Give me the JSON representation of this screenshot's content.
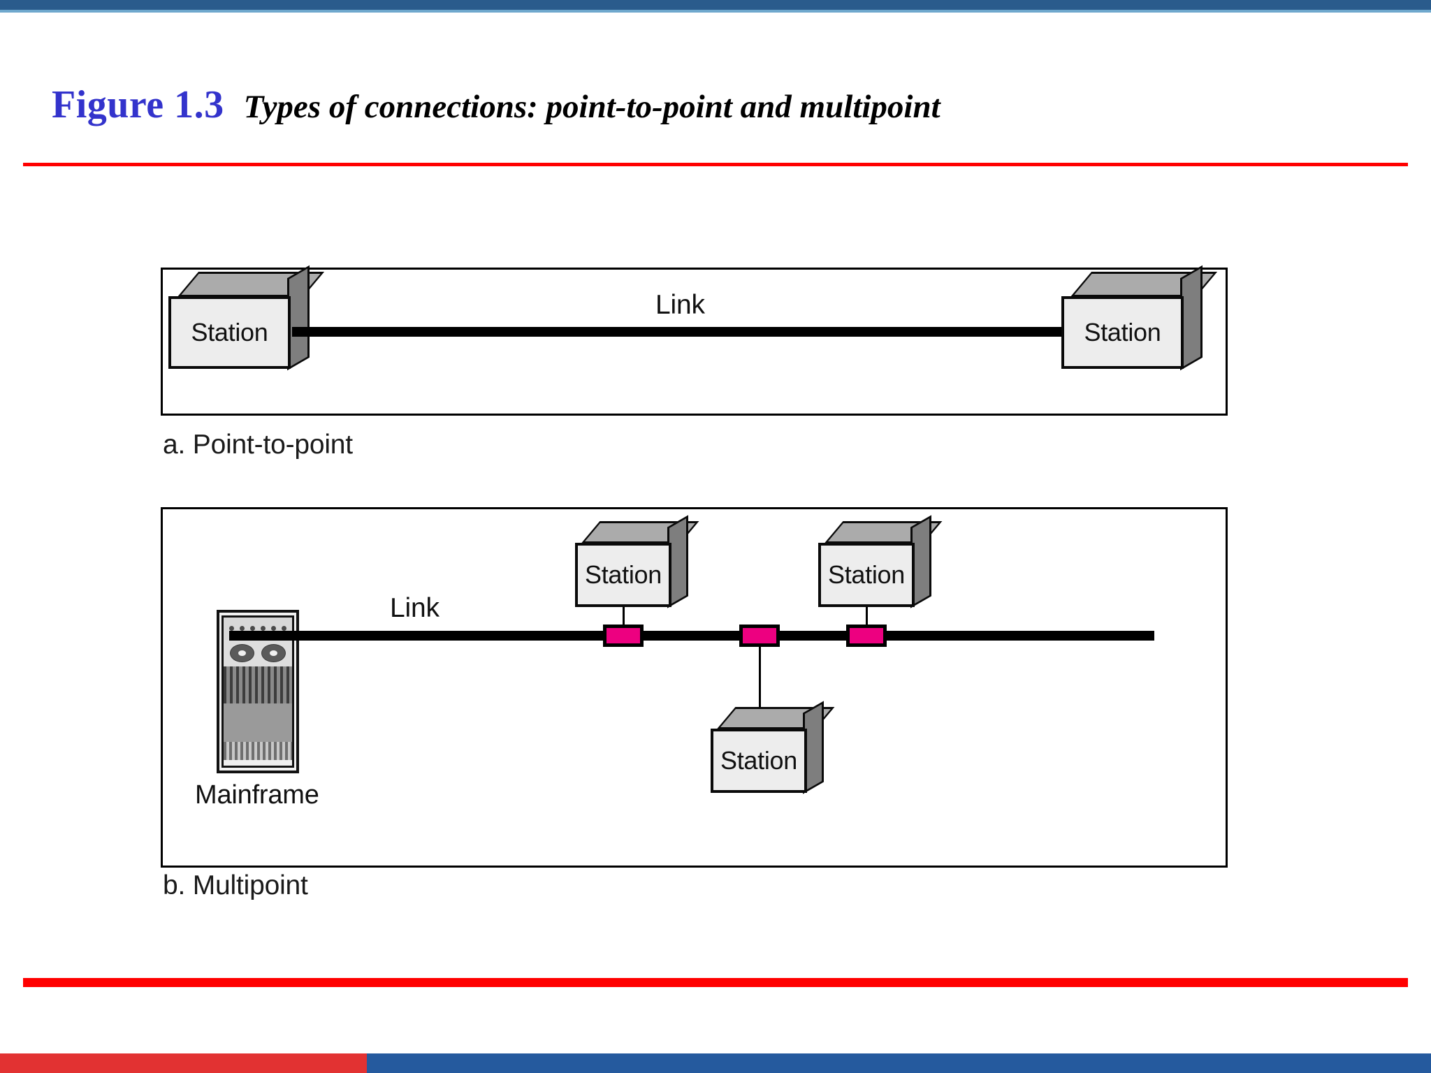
{
  "page": {
    "background": "#FFFFFF",
    "accent_blue": "#2A5B8C",
    "accent_blue_light": "#6FA8CD",
    "rule_red": "#FF0000",
    "footer_red": "#E23232",
    "footer_blue": "#255A9E"
  },
  "header": {
    "figure_number": "Figure 1.3",
    "figure_number_color": "#3333CC",
    "figure_title": "Types of connections: point-to-point and multipoint",
    "figure_title_color": "#000000"
  },
  "diagram": {
    "colors": {
      "box_front": "#EDEDED",
      "box_top": "#ABABAB",
      "box_side": "#7E7E7E",
      "tap_connector": "#ED0080",
      "line": "#000000"
    },
    "panel_a": {
      "caption": "a. Point-to-point",
      "link_label": "Link",
      "nodes": [
        {
          "label": "Station",
          "role": "endpoint-left"
        },
        {
          "label": "Station",
          "role": "endpoint-right"
        }
      ]
    },
    "panel_b": {
      "caption": "b. Multipoint",
      "link_label": "Link",
      "mainframe_label": "Mainframe",
      "nodes": [
        {
          "label": "Station",
          "role": "bus-tap-above-left"
        },
        {
          "label": "Station",
          "role": "bus-tap-below-middle"
        },
        {
          "label": "Station",
          "role": "bus-tap-above-right"
        }
      ],
      "tap_count": 3
    }
  }
}
